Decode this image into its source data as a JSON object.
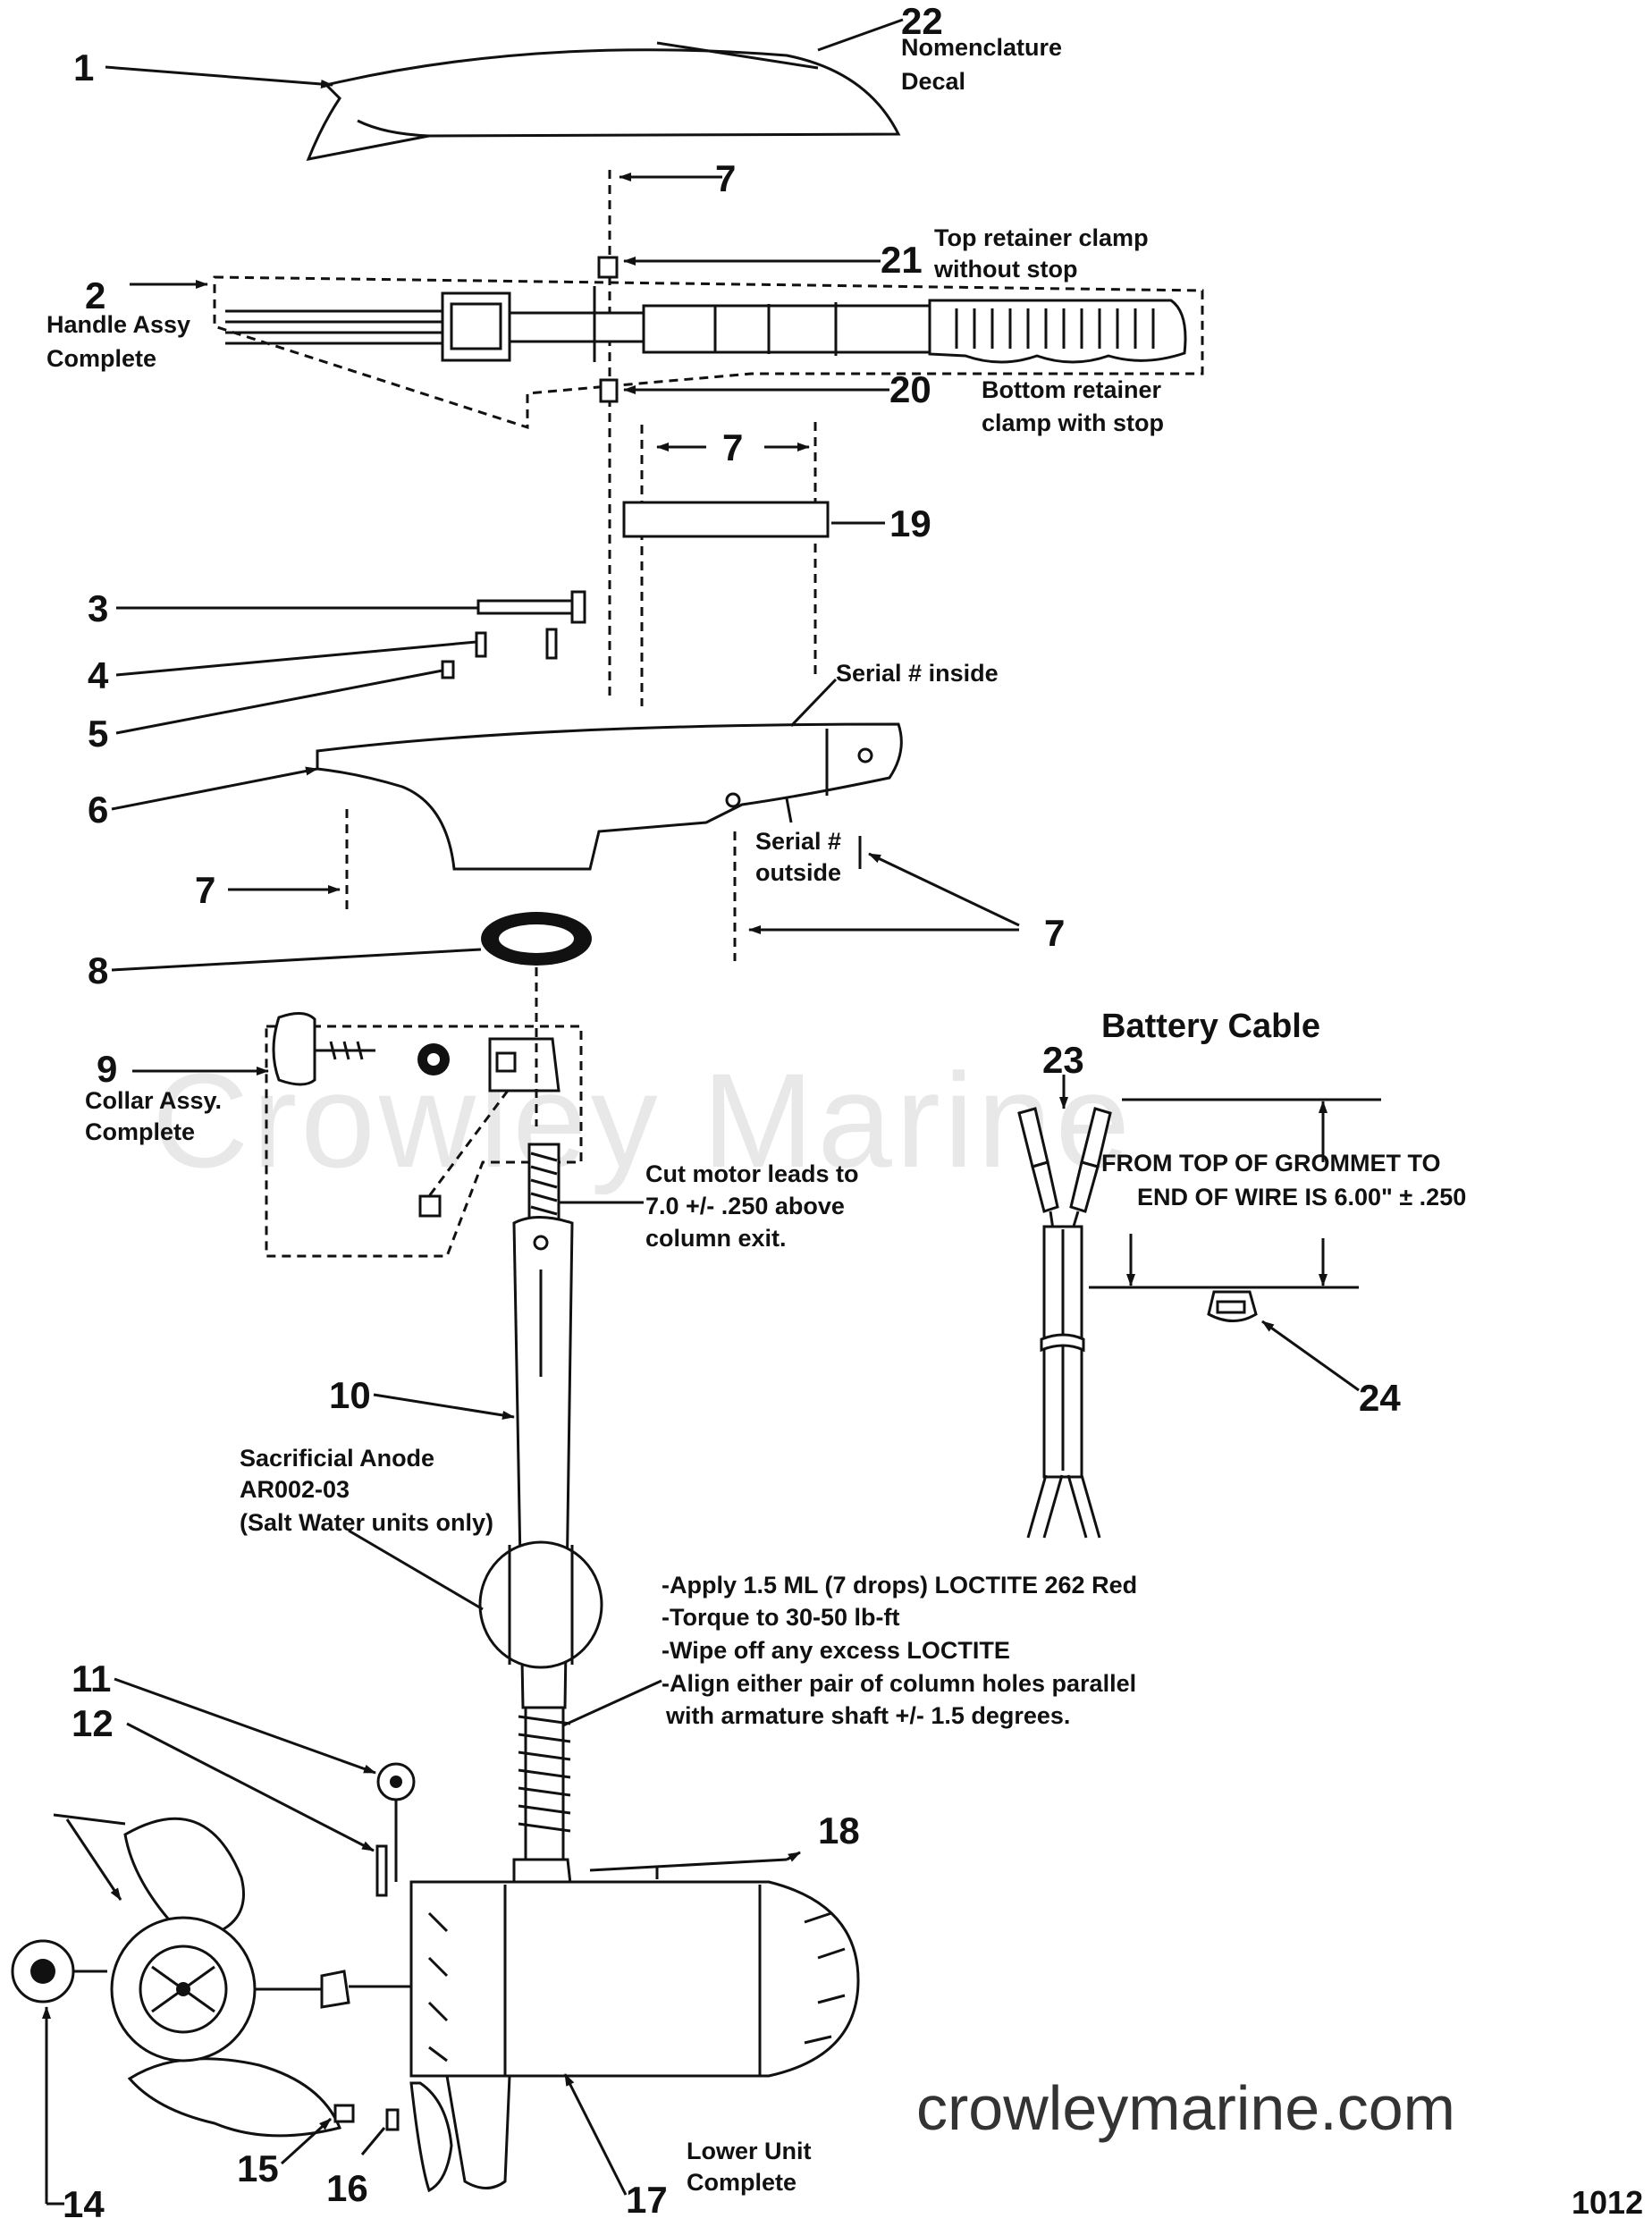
{
  "watermark": "Crowley Marine",
  "site": "crowleymarine.com",
  "page_code": "1012",
  "callouts": {
    "c1": "1",
    "c2": "2",
    "c3": "3",
    "c4": "4",
    "c5": "5",
    "c6": "6",
    "c7a": "7",
    "c7b": "7",
    "c7c": "7",
    "c7d": "7",
    "c8": "8",
    "c9": "9",
    "c10": "10",
    "c11": "11",
    "c12": "12",
    "c14": "14",
    "c15": "15",
    "c16": "16",
    "c17": "17",
    "c18": "18",
    "c19": "19",
    "c20": "20",
    "c21": "21",
    "c22": "22",
    "c23": "23",
    "c24": "24"
  },
  "labels": {
    "nomenclature_1": "Nomenclature",
    "nomenclature_2": "Decal",
    "top_clamp_1": "Top retainer clamp",
    "top_clamp_2": "without stop",
    "handle_1": "Handle Assy",
    "handle_2": "Complete",
    "bottom_clamp_1": "Bottom retainer",
    "bottom_clamp_2": "clamp with stop",
    "serial_inside": "Serial # inside",
    "serial_outside_1": "Serial #",
    "serial_outside_2": "outside",
    "battery_cable": "Battery Cable",
    "grommet_1": "FROM TOP OF GROMMET TO",
    "grommet_2": "END OF WIRE IS 6.00\" ± .250",
    "collar_1": "Collar Assy.",
    "collar_2": "Complete",
    "cut_leads_1": "Cut motor leads to",
    "cut_leads_2": "7.0 +/- .250 above",
    "cut_leads_3": "column exit.",
    "anode_1": "Sacrificial Anode",
    "anode_2": "AR002-03",
    "anode_3": "(Salt Water units only)",
    "loctite_1": "-Apply 1.5 ML (7 drops) LOCTITE 262 Red",
    "loctite_2": "-Torque to 30-50 lb-ft",
    "loctite_3": "-Wipe off any excess LOCTITE",
    "loctite_4": "-Align either pair of column holes parallel",
    "loctite_5": "with armature shaft +/- 1.5 degrees.",
    "lower_unit_1": "Lower Unit",
    "lower_unit_2": "Complete"
  }
}
